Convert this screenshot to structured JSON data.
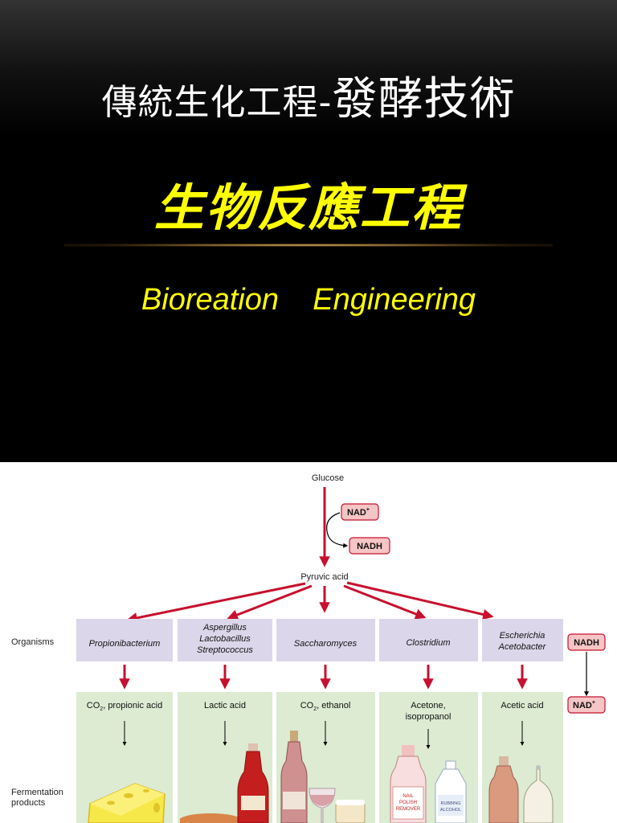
{
  "slide": {
    "title_part1": "傳統生化工程-",
    "title_part2": "發酵技術",
    "subtitle_zh": "生物反應工程",
    "subtitle_en": "Bioreation    Engineering"
  },
  "diagram": {
    "glucose": "Glucose",
    "nad_plus": "NAD",
    "nadh": "NADH",
    "pyruvic_acid": "Pyruvic acid",
    "row_label_organisms": "Organisms",
    "row_label_products_1": "Fermentation",
    "row_label_products_2": "products",
    "organisms": [
      {
        "lines": [
          "Propionibacterium"
        ]
      },
      {
        "lines": [
          "Aspergillus",
          "Lactobacillus",
          "Streptococcus"
        ]
      },
      {
        "lines": [
          "Saccharomyces"
        ]
      },
      {
        "lines": [
          "Clostridium"
        ]
      },
      {
        "lines": [
          "Escherichia",
          "Acetobacter"
        ]
      }
    ],
    "products": [
      {
        "line1": "CO",
        "sub": "2",
        "line1_rest": ", propionic acid"
      },
      {
        "line1": "Lactic acid"
      },
      {
        "line1": "CO",
        "sub": "2",
        "line1_rest": ", ethanol"
      },
      {
        "line1": "Acetone,",
        "line2": "isopropanol"
      },
      {
        "line1": "Acetic acid"
      }
    ],
    "side_nadh": "NADH",
    "side_nad": "NAD",
    "plus_sign": "+",
    "label_nail_1": "NAIL",
    "label_nail_2": "POLISH",
    "label_nail_3": "REMOVER",
    "label_rub_1": "RUBBING",
    "label_rub_2": "ALCOHOL"
  },
  "colors": {
    "arrow_red": "#c8102e",
    "organism_box": "#dcd6ea",
    "product_box": "#dcebd2",
    "nad_box": "#f6c5c5",
    "title_yellow": "#ffff00"
  }
}
